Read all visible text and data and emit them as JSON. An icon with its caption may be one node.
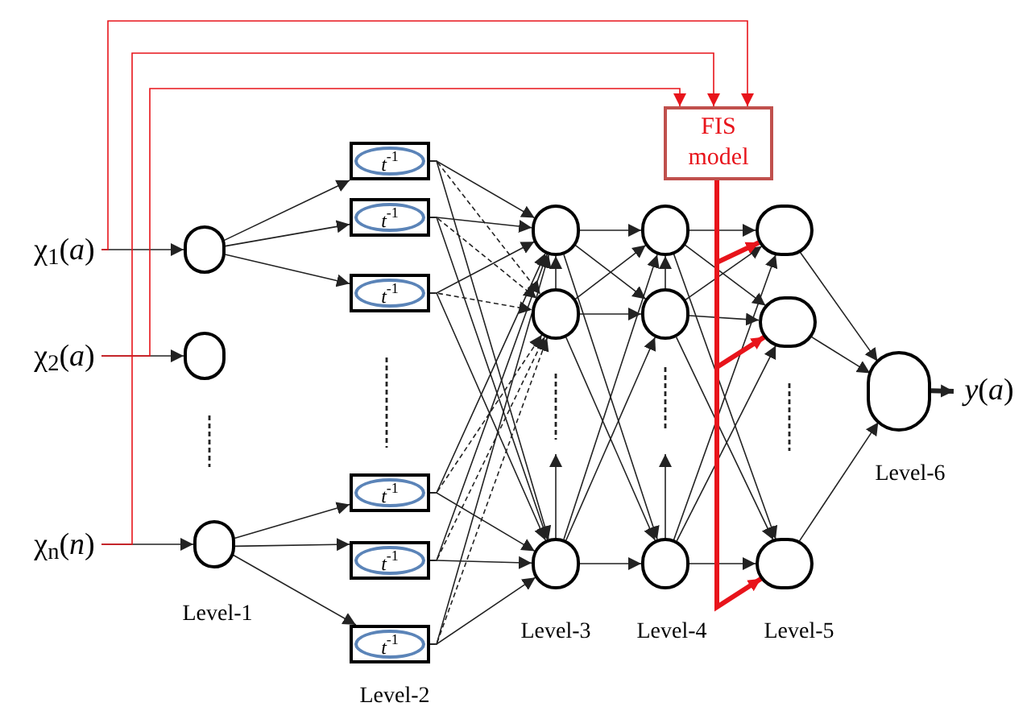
{
  "diagram": {
    "nodes": [
      {
        "text": [
          "χ$_{1}$(*a*)"
        ]
      },
      {
        "text": [
          "χ$_{2}$(*a*)"
        ]
      },
      {
        "text": [
          "χ$_{n}$(*n*)"
        ]
      },
      {
        "text": [],
        "shape": "circle"
      },
      {
        "text": [],
        "shape": "circle"
      },
      {
        "text": [],
        "shape": "circle"
      },
      {
        "text": [
          "*t*$^{-1}$"
        ]
      },
      {
        "text": [
          "*t*$^{-1}$"
        ]
      },
      {
        "text": [
          "*t*$^{-1}$"
        ]
      },
      {
        "text": [
          "*t*$^{-1}$"
        ]
      },
      {
        "text": [
          "*t*$^{-1}$"
        ]
      },
      {
        "text": [
          "*t*$^{-1}$"
        ]
      },
      {
        "text": [],
        "shape": "circle"
      },
      {
        "text": [],
        "shape": "circle"
      },
      {
        "text": [],
        "shape": "circle"
      },
      {
        "text": [],
        "shape": "circle"
      },
      {
        "text": [],
        "shape": "circle"
      },
      {
        "text": [],
        "shape": "circle"
      },
      {
        "text": [],
        "shape": "circle"
      },
      {
        "text": [],
        "shape": "circle"
      },
      {
        "text": [],
        "shape": "circle"
      },
      {
        "text": [],
        "shape": "circle"
      },
      {
        "text": [
          "FIS model"
        ]
      },
      {
        "text": [
          "*y*(*a*)"
        ]
      }
    ],
    "edges": [
      {
        "from": 0,
        "to": 3,
        "arrow": "to"
      },
      {
        "from": 1,
        "to": 4,
        "arrow": "to"
      },
      {
        "from": 2,
        "to": 5,
        "arrow": "to"
      },
      {
        "from": 0,
        "to": 22,
        "arrow": "to",
        "color": "#e8141b"
      },
      {
        "from": 1,
        "to": 22,
        "arrow": "to",
        "color": "#e8141b"
      },
      {
        "from": 2,
        "to": 22,
        "arrow": "to",
        "color": "#e8141b"
      },
      {
        "from": 3,
        "to": 6,
        "arrow": "to"
      },
      {
        "from": 3,
        "to": 7,
        "arrow": "to"
      },
      {
        "from": 3,
        "to": 8,
        "arrow": "to"
      },
      {
        "from": 5,
        "to": 9,
        "arrow": "to"
      },
      {
        "from": 5,
        "to": 10,
        "arrow": "to"
      },
      {
        "from": 5,
        "to": 11,
        "arrow": "to"
      },
      {
        "from": 6,
        "to": 12,
        "arrow": "to"
      },
      {
        "from": 6,
        "to": 13,
        "arrow": "to",
        "style": "dashed"
      },
      {
        "from": 6,
        "to": 14,
        "arrow": "to"
      },
      {
        "from": 7,
        "to": 12,
        "arrow": "to"
      },
      {
        "from": 7,
        "to": 13,
        "arrow": "to",
        "style": "dashed"
      },
      {
        "from": 7,
        "to": 14,
        "arrow": "to"
      },
      {
        "from": 8,
        "to": 12,
        "arrow": "to"
      },
      {
        "from": 8,
        "to": 13,
        "arrow": "to",
        "style": "dashed"
      },
      {
        "from": 8,
        "to": 14,
        "arrow": "to"
      },
      {
        "from": 9,
        "to": 12,
        "arrow": "to"
      },
      {
        "from": 9,
        "to": 13,
        "arrow": "to",
        "style": "dashed"
      },
      {
        "from": 9,
        "to": 14,
        "arrow": "to"
      },
      {
        "from": 10,
        "to": 12,
        "arrow": "to"
      },
      {
        "from": 10,
        "to": 13,
        "arrow": "to",
        "style": "dashed"
      },
      {
        "from": 10,
        "to": 14,
        "arrow": "to"
      },
      {
        "from": 11,
        "to": 12,
        "arrow": "to"
      },
      {
        "from": 11,
        "to": 13,
        "arrow": "to",
        "style": "dashed"
      },
      {
        "from": 11,
        "to": 14,
        "arrow": "to"
      },
      {
        "from": 13,
        "to": 12,
        "arrow": "to"
      },
      {
        "from": 14,
        "to": null,
        "arrow": "to"
      },
      {
        "from": 16,
        "to": 15,
        "arrow": "to"
      },
      {
        "from": 17,
        "to": null,
        "arrow": "to"
      },
      {
        "from": 12,
        "to": 15,
        "arrow": "to"
      },
      {
        "from": 12,
        "to": 16,
        "arrow": "to"
      },
      {
        "from": 12,
        "to": 17,
        "arrow": "to"
      },
      {
        "from": 13,
        "to": 15,
        "arrow": "to"
      },
      {
        "from": 13,
        "to": 16,
        "arrow": "to"
      },
      {
        "from": 13,
        "to": 17,
        "arrow": "to"
      },
      {
        "from": 14,
        "to": 15,
        "arrow": "to"
      },
      {
        "from": 14,
        "to": 16,
        "arrow": "to"
      },
      {
        "from": 14,
        "to": 17,
        "arrow": "to"
      },
      {
        "from": 15,
        "to": 18,
        "arrow": "to"
      },
      {
        "from": 15,
        "to": 19,
        "arrow": "to"
      },
      {
        "from": 15,
        "to": 20,
        "arrow": "to"
      },
      {
        "from": 16,
        "to": 18,
        "arrow": "to"
      },
      {
        "from": 16,
        "to": 19,
        "arrow": "to"
      },
      {
        "from": 16,
        "to": 20,
        "arrow": "to"
      },
      {
        "from": 17,
        "to": 18,
        "arrow": "to"
      },
      {
        "from": 17,
        "to": 19,
        "arrow": "to"
      },
      {
        "from": 17,
        "to": 20,
        "arrow": "to"
      },
      {
        "from": 18,
        "to": 21,
        "arrow": "to"
      },
      {
        "from": 19,
        "to": 21,
        "arrow": "to"
      },
      {
        "from": 20,
        "to": 21,
        "arrow": "to"
      },
      {
        "from": 21,
        "to": 23,
        "arrow": "to",
        "style": "thick"
      },
      {
        "from": 22,
        "to": 18,
        "arrow": "to",
        "color": "#e8141b",
        "style": "thick"
      },
      {
        "from": 22,
        "to": 19,
        "arrow": "to",
        "color": "#e8141b",
        "style": "thick"
      },
      {
        "from": 22,
        "to": 20,
        "arrow": "to",
        "color": "#e8141b",
        "style": "thick"
      }
    ],
    "labels": [
      "Level-1",
      "Level-2",
      "Level-3",
      "Level-4",
      "Level-5",
      "Level-6"
    ]
  }
}
